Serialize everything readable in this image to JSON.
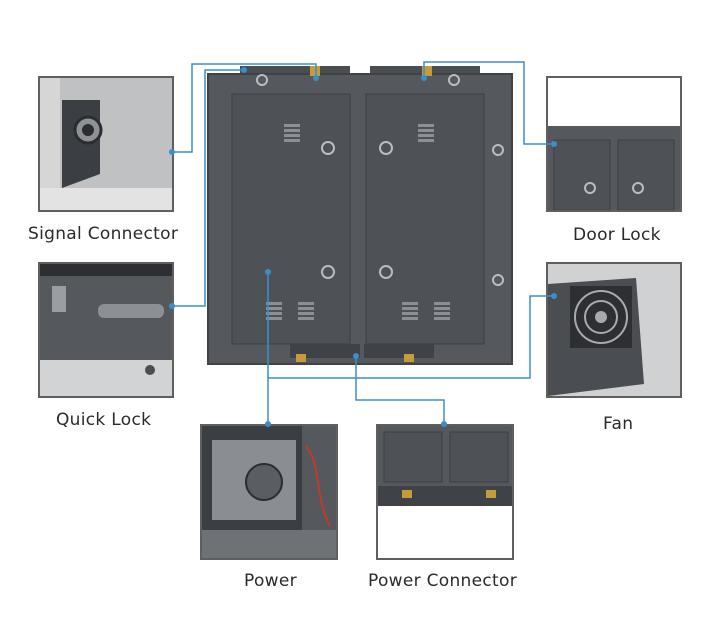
{
  "callouts": {
    "signal_connector": "Signal Connector",
    "quick_lock": "Quick Lock",
    "power": "Power",
    "power_connector": "Power Connector",
    "door_lock": "Door Lock",
    "fan": "Fan"
  },
  "colors": {
    "leader_line": "#3b8fc9",
    "cabinet": "#55585c",
    "cabinet_edge": "#3f4246",
    "photo_border": "#5f5f5f",
    "label_text": "#2a2a2a"
  }
}
